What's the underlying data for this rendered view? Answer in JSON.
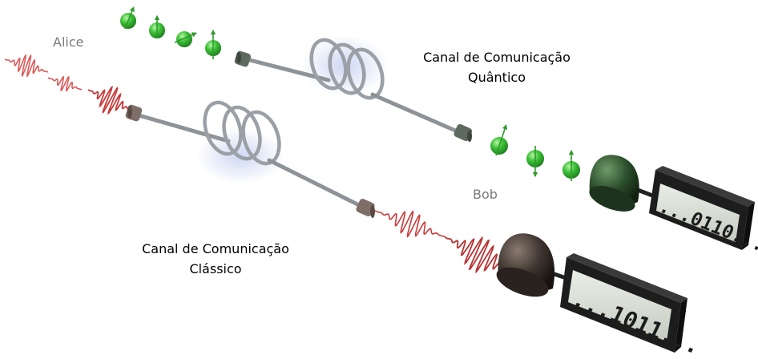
{
  "labels": {
    "alice": "Alice",
    "bob": "Bob",
    "quantum_channel_line1": "Canal de Comunicação",
    "quantum_channel_line2": "Quântico",
    "classical_channel_line1": "Canal de Comunicação",
    "classical_channel_line2": "Clássico"
  },
  "displays": {
    "quantum_readout": "...0110...",
    "classical_readout": "...1011..."
  },
  "colors": {
    "qubit_green": "#3fc43a",
    "spin_arrow": "#2e9a2a",
    "pulse_red": "#d84848",
    "detector_quantum": "#2c4f2c",
    "detector_classical": "#3e3530",
    "fiber": "#8e9398",
    "display_screen": "#d7dcd3",
    "display_body": "#1d1d1d"
  },
  "icons": [
    "qubit-icon",
    "light-pulse-icon",
    "fiber-coil-icon",
    "detector-dome-icon",
    "counter-display-icon"
  ]
}
